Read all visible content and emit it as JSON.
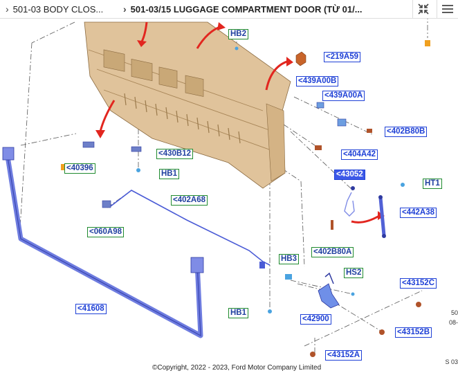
{
  "breadcrumb": {
    "level1": "501-03 BODY CLOS...",
    "level2": "501-03/15 LUGGAGE COMPARTMENT DOOR (TỪ 01/..."
  },
  "toolbar": {
    "collapse_icon": "compress-arrows-icon",
    "menu_icon": "hamburger-menu-icon"
  },
  "colors": {
    "label_blue": "#1d3fd6",
    "label_green": "#1f8a2e",
    "panel": "#e0c39b",
    "part_blue": "#6f7de0",
    "callout_arrow": "#e2261f",
    "part_orange": "#b0532a"
  },
  "labels": {
    "hb2": "HB2",
    "p219a59": "<219A59",
    "p439a00b": "<439A00B",
    "p439a00a": "<439A00A",
    "p402b80b": "<402B80B",
    "p404a42": "<404A42",
    "p430b12": "<430B12",
    "p40396": "<40396",
    "hb1_top": "HB1",
    "p43052": "<43052",
    "ht1": "HT1",
    "p402a68": "<402A68",
    "p442a38": "<442A38",
    "p060a98": "<060A98",
    "p402b80a": "<402B80A",
    "hb3": "HB3",
    "hs2": "HS2",
    "p43152c": "<43152C",
    "p41608": "<41608",
    "p42900": "<42900",
    "hb1_bottom": "HB1",
    "p43152b": "<43152B",
    "p43152a": "<43152A"
  },
  "side_text": {
    "line1": "50",
    "line2": "08-",
    "line3": "S 03"
  },
  "copyright": "©Copyright, 2022 - 2023, Ford Motor Company Limited"
}
